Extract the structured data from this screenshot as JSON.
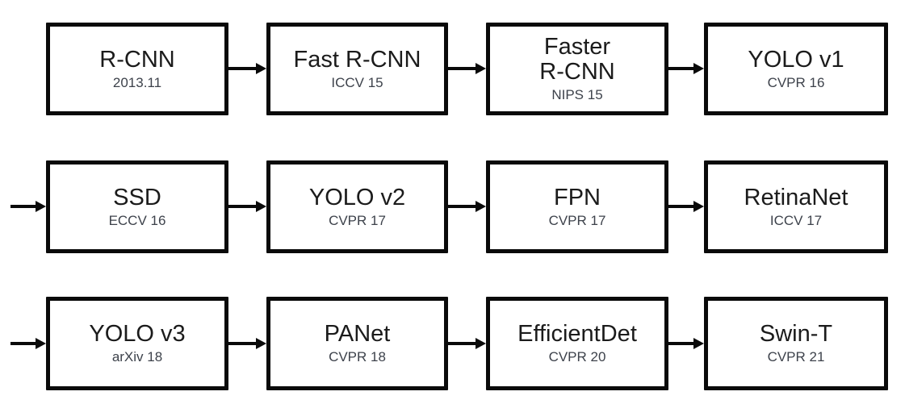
{
  "colors": {
    "background": "#ffffff",
    "box_border": "#0a0a0a",
    "title_text": "#1b1b1b",
    "subtitle_text": "#3d424b",
    "arrow": "#0a0a0a"
  },
  "rows": [
    {
      "nodes": [
        {
          "title": "R-CNN",
          "subtitle": "2013.11"
        },
        {
          "title": "Fast R-CNN",
          "subtitle": "ICCV 15"
        },
        {
          "title": "Faster\nR-CNN",
          "subtitle": "NIPS 15"
        },
        {
          "title": "YOLO v1",
          "subtitle": "CVPR 16"
        }
      ]
    },
    {
      "nodes": [
        {
          "title": "SSD",
          "subtitle": "ECCV 16"
        },
        {
          "title": "YOLO v2",
          "subtitle": "CVPR 17"
        },
        {
          "title": "FPN",
          "subtitle": "CVPR 17"
        },
        {
          "title": "RetinaNet",
          "subtitle": "ICCV 17"
        }
      ]
    },
    {
      "nodes": [
        {
          "title": "YOLO v3",
          "subtitle": "arXiv 18"
        },
        {
          "title": "PANet",
          "subtitle": "CVPR 18"
        },
        {
          "title": "EfficientDet",
          "subtitle": "CVPR 20"
        },
        {
          "title": "Swin-T",
          "subtitle": "CVPR 21"
        }
      ]
    }
  ]
}
